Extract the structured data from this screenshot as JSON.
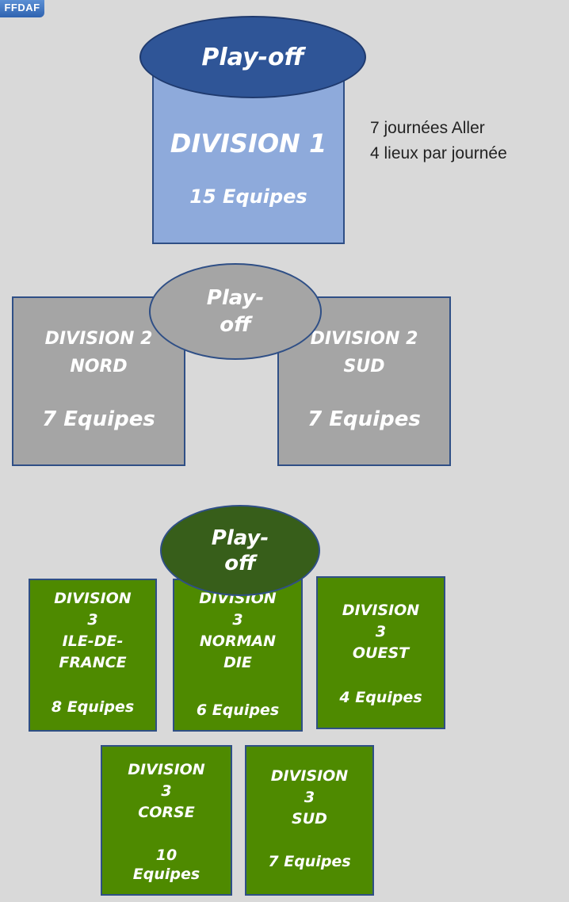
{
  "badge": "FFDAF",
  "division1": {
    "playoff": "Play-off",
    "title": "DIVISION 1",
    "teams": "15 Equipes"
  },
  "notes": [
    "7 journées Aller",
    "4 lieux par journée"
  ],
  "division2": {
    "playoff": [
      "Play-",
      "off"
    ],
    "nord": {
      "title": [
        "DIVISION 2",
        "NORD"
      ],
      "teams": "7 Equipes"
    },
    "sud": {
      "title": [
        "DIVISION 2",
        "SUD"
      ],
      "teams": "7 Equipes"
    }
  },
  "division3": {
    "playoff": [
      "Play-",
      "off"
    ],
    "ile_de_france": {
      "title": [
        "DIVISION",
        "3",
        "ILE-DE-",
        "FRANCE"
      ],
      "teams": [
        "8 Equipes"
      ]
    },
    "normandie": {
      "title": [
        "DIVISION",
        "3",
        "NORMAN",
        "DIE"
      ],
      "teams": [
        "6 Equipes"
      ]
    },
    "ouest": {
      "title": [
        "DIVISION",
        "3",
        "OUEST"
      ],
      "teams": [
        "4 Equipes"
      ]
    },
    "corse": {
      "title": [
        "DIVISION",
        "3",
        "CORSE"
      ],
      "teams": [
        "10",
        "Equipes"
      ]
    },
    "sud": {
      "title": [
        "DIVISION",
        "3",
        "SUD"
      ],
      "teams": [
        "7 Equipes"
      ]
    }
  }
}
